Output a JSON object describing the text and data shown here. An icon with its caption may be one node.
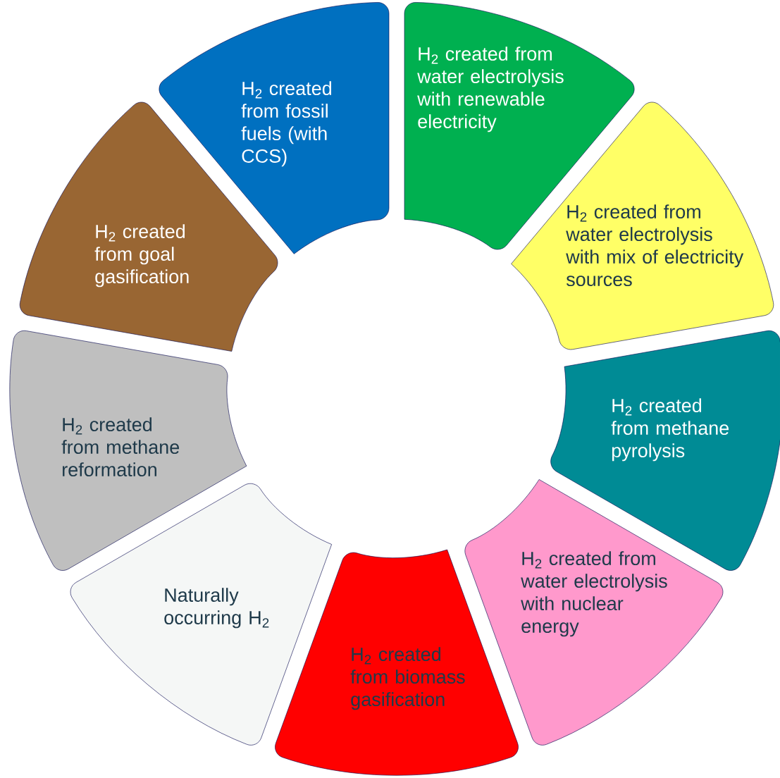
{
  "diagram": {
    "nodes": [
      {
        "text": [
          "H$_{2}$ created from water electrolysis with renewable electricity"
        ]
      },
      {
        "text": [
          "H$_{2}$ created from water electrolysis with mix of electricity sources"
        ]
      },
      {
        "text": [
          "H$_{2}$ created from methane pyrolysis"
        ]
      },
      {
        "text": [
          "H$_{2}$ created from water electrolysis with nuclear energy"
        ]
      },
      {
        "text": [
          "H$_{2}$ created from biomass gasification"
        ]
      },
      {
        "text": [
          "Naturally occurring H$_{2}$"
        ]
      },
      {
        "text": [
          "H$_{2}$ created from methane reformation"
        ]
      },
      {
        "text": [
          "H$_{2}$ created from goal gasification"
        ]
      },
      {
        "text": [
          "H$_{2}$ created from fossil fuels (with CCS)"
        ]
      }
    ]
  }
}
